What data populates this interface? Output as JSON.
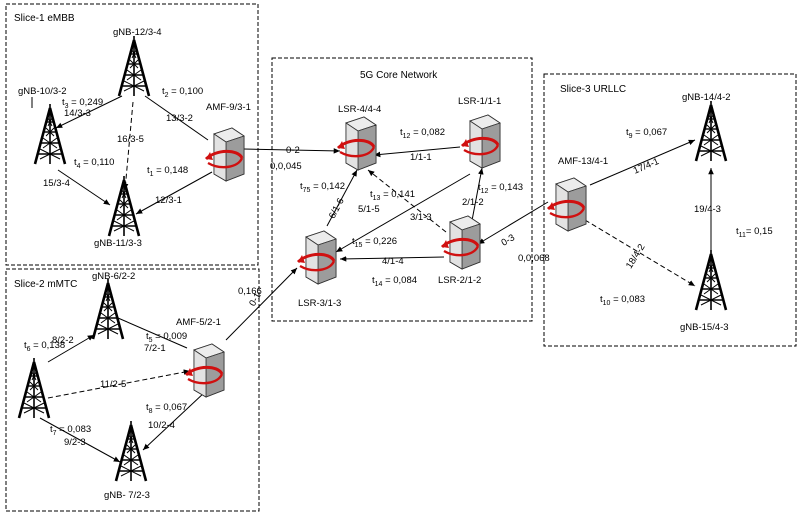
{
  "slices": {
    "embb": "Slice-1 eMBB",
    "mmtc": "Slice-2 mMTC",
    "core": "5G Core Network",
    "urllc": "Slice-3 URLLC"
  },
  "nodes": {
    "gnb_12": "gNB-12/3-4",
    "gnb_10": "gNB-10/3-2",
    "gnb_11": "gNB-11/3-3",
    "amf_9": "AMF-9/3-1",
    "gnb_6": "gNB-6/2-2",
    "amf_5": "AMF-5/2-1",
    "gnb_7": "gNB- 7/2-3",
    "lsr_4": "LSR-4/4-4",
    "lsr_1": "LSR-1/1-1",
    "lsr_3": "LSR-3/1-3",
    "lsr_2": "LSR-2/1-2",
    "amf_13": "AMF-13/4-1",
    "gnb_14": "gNB-14/4-2",
    "gnb_15": "gNB-15/4-3"
  },
  "links": {
    "l14_3": "14/3-3",
    "l13_3_2": "13/3-2",
    "l16_3_5": "16/3-5",
    "l15_3_4": "15/3-4",
    "l12_3_1": "12/3-1",
    "l0_2": "0-2",
    "l8_2_2": "8/2-2",
    "l7_2_1": "7/2-1",
    "l11_2_5": "11/2-5",
    "l9_2_3": "9/2-3",
    "l10_2_4": "10/2-4",
    "l0_1": "0-1",
    "l1_1_1": "1/1-1",
    "l6_1_6": "6/1-6",
    "l5_1_5": "5/1-5",
    "l3_1_3": "3/1-3",
    "l2_1_2": "2/1-2",
    "l4_1_4": "4/1-4",
    "l0_3": "0-3",
    "l17_4_1": "17/4-1",
    "l18_4_2": "18/4-2",
    "l19_4_3": "19/4-3"
  },
  "weights": {
    "t3": {
      "t": "t",
      "sub": "3",
      "v": " = 0,249"
    },
    "t2": {
      "t": "t",
      "sub": "2",
      "v": " = 0,100"
    },
    "t4": {
      "t": "t",
      "sub": "4",
      "v": " = 0,110"
    },
    "t1": {
      "t": "t",
      "sub": "1",
      "v": " = 0,148"
    },
    "w0_045": "0,0,045",
    "t6": {
      "t": "t",
      "sub": "6",
      "v": " = 0,138"
    },
    "t5": {
      "t": "t",
      "sub": "5",
      "v": " = 0,009"
    },
    "t8": {
      "t": "t",
      "sub": "8",
      "v": " = 0,067"
    },
    "t7": {
      "t": "t",
      "sub": "7",
      "v": " = 0,083"
    },
    "w0_166": "0,166",
    "t12a": {
      "t": "t",
      "sub": "12",
      "v": " = 0,082"
    },
    "t75": {
      "t": "t",
      "sub": "75",
      "v": " = 0,142"
    },
    "t13": {
      "t": "t",
      "sub": "13",
      "v": " = 0,141"
    },
    "t12b": {
      "t": "t",
      "sub": "12",
      "v": " = 0,143"
    },
    "t15": {
      "t": "t",
      "sub": "15",
      "v": " = 0,226"
    },
    "t14": {
      "t": "t",
      "sub": "14",
      "v": " = 0,084"
    },
    "t9": {
      "t": "t",
      "sub": "9",
      "v": " = 0,067"
    },
    "w0_068": "0,0,068",
    "t11": {
      "t": "t",
      "sub": "11",
      "v": "= 0,15"
    },
    "t10": {
      "t": "t",
      "sub": "10",
      "v": " = 0,083"
    }
  }
}
